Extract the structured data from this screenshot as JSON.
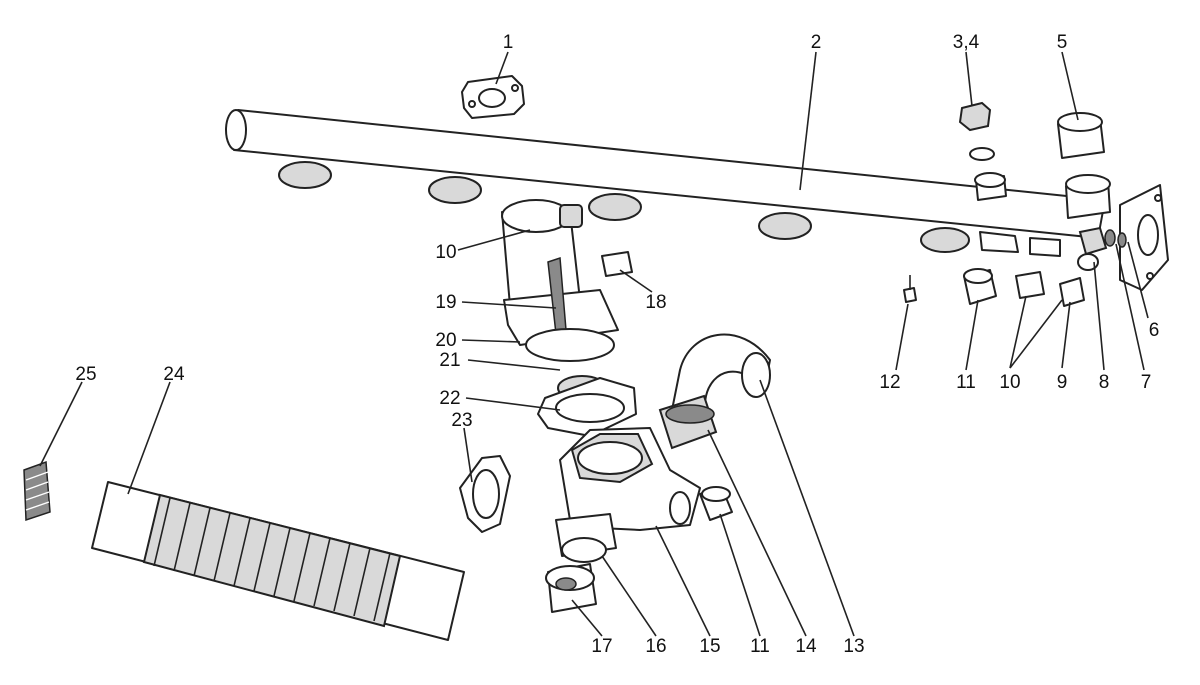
{
  "callouts": [
    "1",
    "2",
    "3,4",
    "5",
    "6",
    "7",
    "8",
    "9",
    "10",
    "10",
    "10",
    "11",
    "11",
    "12",
    "13",
    "14",
    "15",
    "16",
    "17",
    "18",
    "19",
    "20",
    "21",
    "22",
    "23",
    "24",
    "25"
  ]
}
